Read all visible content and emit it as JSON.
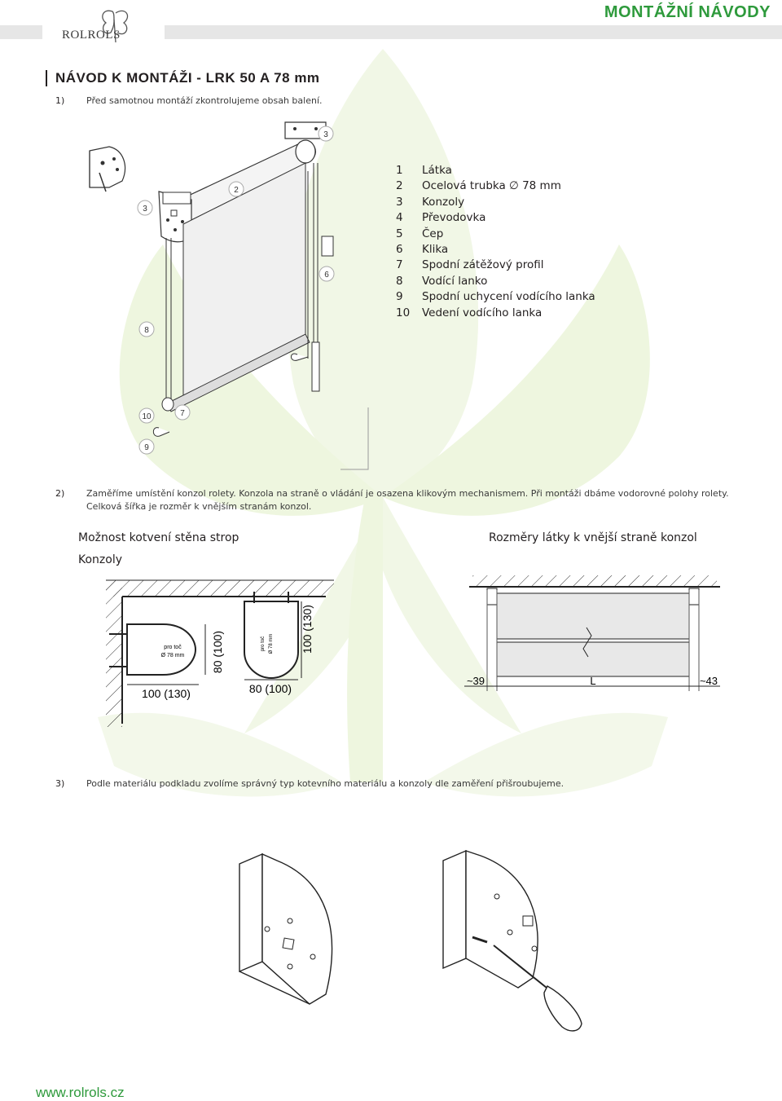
{
  "header": {
    "brand_title": "MONTÁŽNÍ NÁVODY",
    "logo_text": "ROLROLS"
  },
  "doc": {
    "title": "NÁVOD K MONTÁŽI - LRK 50 A 78 mm",
    "step1": {
      "num": "1)",
      "text": "Před samotnou montáží zkontrolujeme obsah balení."
    },
    "step2": {
      "num": "2)",
      "line1": "Zaměříme umístění konzol rolety. Konzola na straně o vládání je osazena klikovým mechanismem. Při montáži dbáme vodorovné polohy rolety.",
      "line2": "Celková šířka je rozměr k vnějším stranám konzol."
    },
    "step3": {
      "num": "3)",
      "text": "Podle materiálu podkladu zvolíme správný typ kotevního materiálu a konzoly dle zaměření přišroubujeme."
    }
  },
  "legend": [
    {
      "num": "1",
      "label": "Látka"
    },
    {
      "num": "2",
      "label": "Ocelová trubka ∅ 78 mm"
    },
    {
      "num": "3",
      "label": "Konzoly"
    },
    {
      "num": "4",
      "label": "Převodovka"
    },
    {
      "num": "5",
      "label": "Čep"
    },
    {
      "num": "6",
      "label": "Klika"
    },
    {
      "num": "7",
      "label": "Spodní zátěžový profil"
    },
    {
      "num": "8",
      "label": "Vodící lanko"
    },
    {
      "num": "9",
      "label": "Spodní uchycení vodícího lanka"
    },
    {
      "num": "10",
      "label": "Vedení vodícího lanka"
    }
  ],
  "diagram1": {
    "callouts": [
      "3",
      "3",
      "2",
      "6",
      "8",
      "10",
      "7",
      "9"
    ]
  },
  "diagram2": {
    "heading_left": "Možnost kotvení stěna strop",
    "heading_konzoly": "Konzoly",
    "heading_right": "Rozměry látky k vnější straně konzol",
    "wall_label1": "pro toč",
    "wall_label2": "Ø 78 mm",
    "wall_dim_v": "80 (100)",
    "wall_dim_h": "100 (130)",
    "ceil_label1": "pro toč",
    "ceil_label2": "Ø 78 mm",
    "ceil_dim_v": "100 (130)",
    "ceil_dim_h": "80 (100)",
    "dim_left": "~39",
    "dim_mid": "L",
    "dim_right": "~43"
  },
  "footer": {
    "url": "www.rolrols.cz"
  },
  "colors": {
    "brand_green": "#2e9a3c",
    "watermark_green": "#eef6df",
    "header_gray": "#e6e6e6"
  }
}
